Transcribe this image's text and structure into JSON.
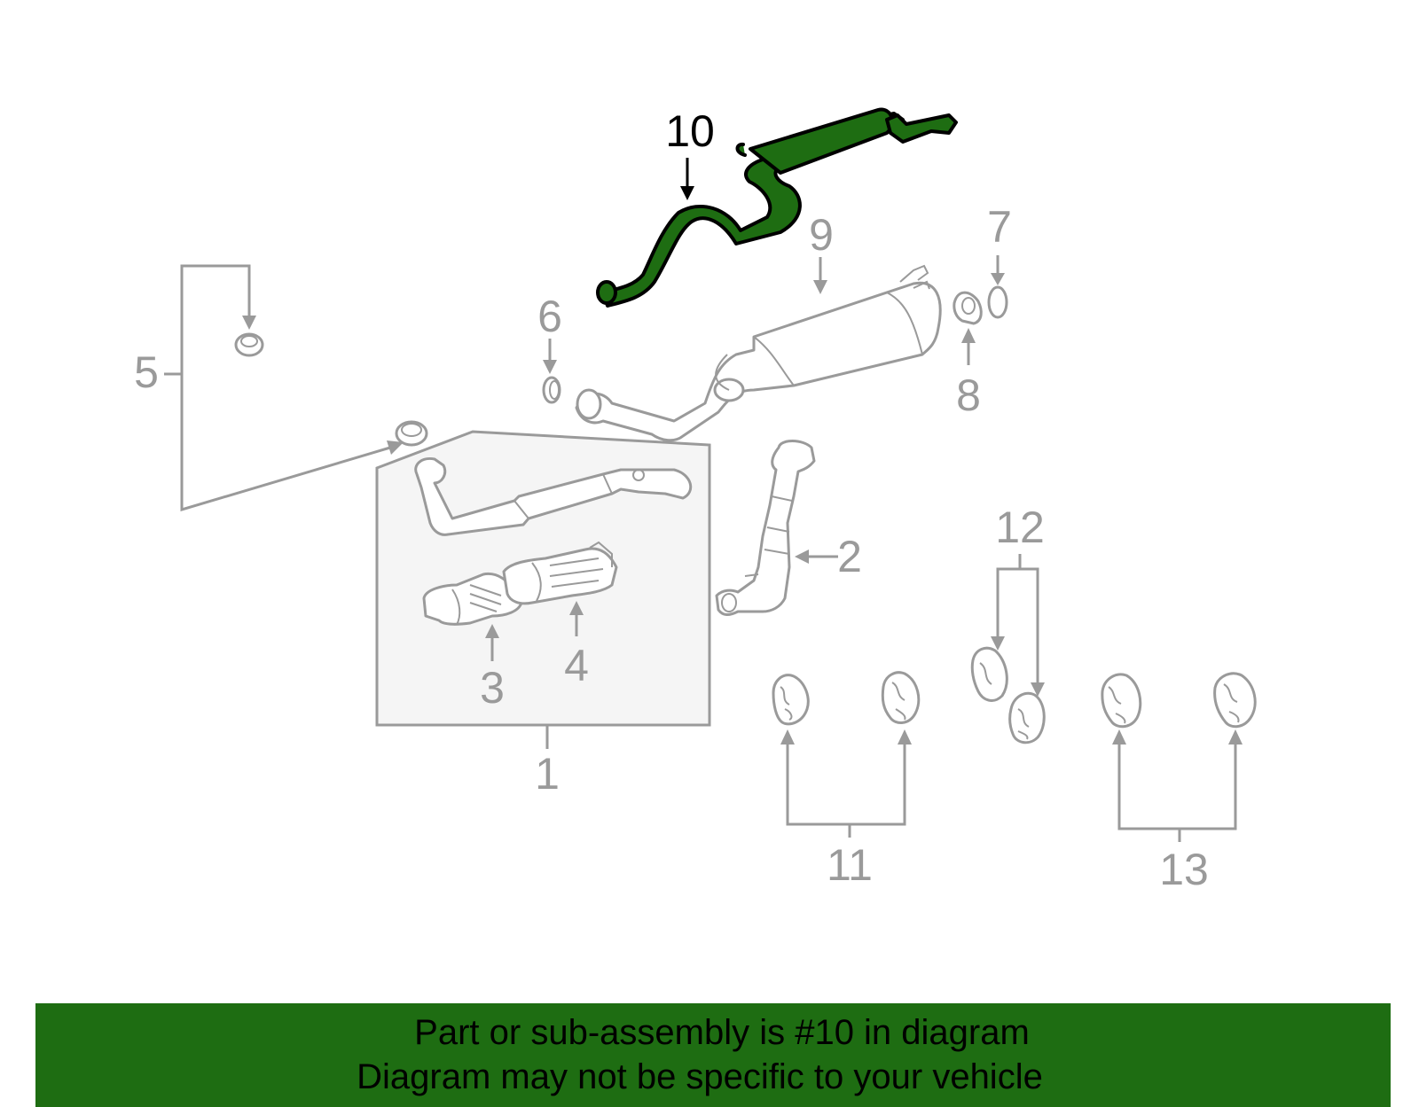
{
  "diagram": {
    "highlight_color": "#1e6d12",
    "line_color": "#9a9a9a",
    "highlighted_part": "10",
    "callouts": {
      "c1": "1",
      "c2": "2",
      "c3": "3",
      "c4": "4",
      "c5": "5",
      "c6": "6",
      "c7": "7",
      "c8": "8",
      "c9": "9",
      "c10": "10",
      "c11": "11",
      "c12": "12",
      "c13": "13"
    }
  },
  "banner": {
    "line1": "Part or sub-assembly is #10 in diagram",
    "line2": "Diagram may not be specific to your vehicle",
    "background": "#1e6d12"
  }
}
